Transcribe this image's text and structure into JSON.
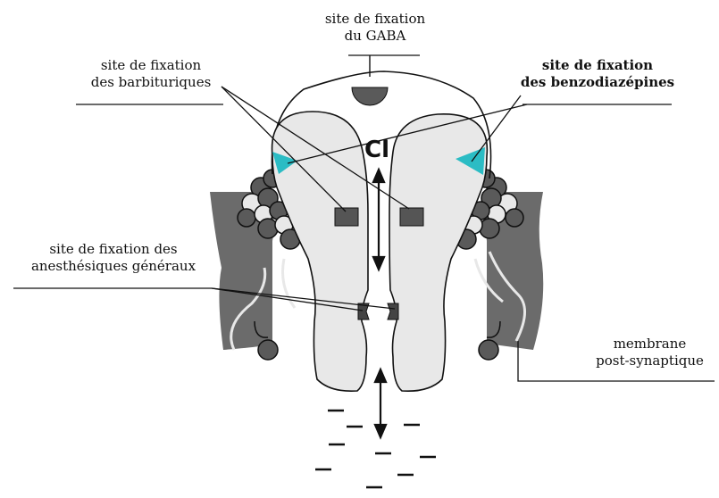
{
  "labels": {
    "gaba_line1": "site de fixation",
    "gaba_line2": "du GABA",
    "barb_line1": "site de fixation",
    "barb_line2": "des barbituriques",
    "benzo_line1": "site de fixation",
    "benzo_line2": "des benzodiazépines",
    "anesth_line1": "site de fixation des",
    "anesth_line2": "anesthésiques généraux",
    "membrane_line1": "membrane",
    "membrane_line2": "post-synaptique",
    "ion": "Cl"
  },
  "colors": {
    "membrane": "#6b6b6b",
    "subunit_fill": "#e8e8e8",
    "bead_fill": "#5a5a5a",
    "benzo_site": "#2bbcc4",
    "site_block": "#555555"
  }
}
